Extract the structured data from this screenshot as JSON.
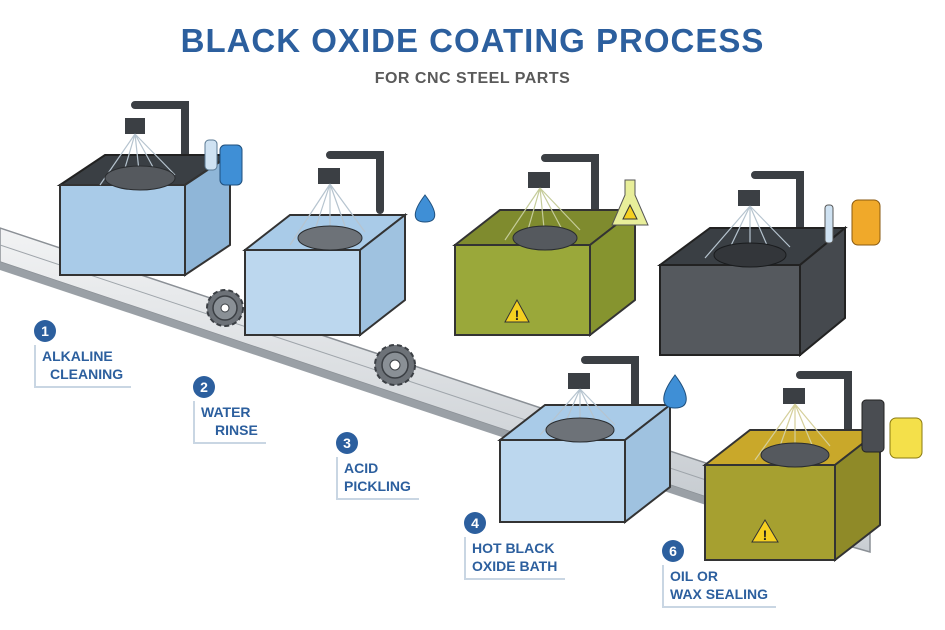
{
  "header": {
    "title": "BLACK OXIDE COATING PROCESS",
    "subtitle": "FOR CNC STEEL PARTS"
  },
  "colors": {
    "accent": "#2c5f9e",
    "subtitle": "#5a5a5a",
    "water": "#a9cbe8",
    "acid": "#9aa83a",
    "oxide": "#4a4a4a",
    "oil": "#a6a030"
  },
  "steps": [
    {
      "number": "1",
      "line1": "ALKALINE",
      "line2": "CLEANING"
    },
    {
      "number": "2",
      "line1": "WATER",
      "line2": "RINSE"
    },
    {
      "number": "3",
      "line1": "ACID",
      "line2": "PICKLING"
    },
    {
      "number": "4",
      "line1": "HOT BLACK",
      "line2": "OXIDE BATH"
    },
    {
      "number": "6",
      "line1": "OIL OR",
      "line2": "WAX SEALING"
    }
  ]
}
